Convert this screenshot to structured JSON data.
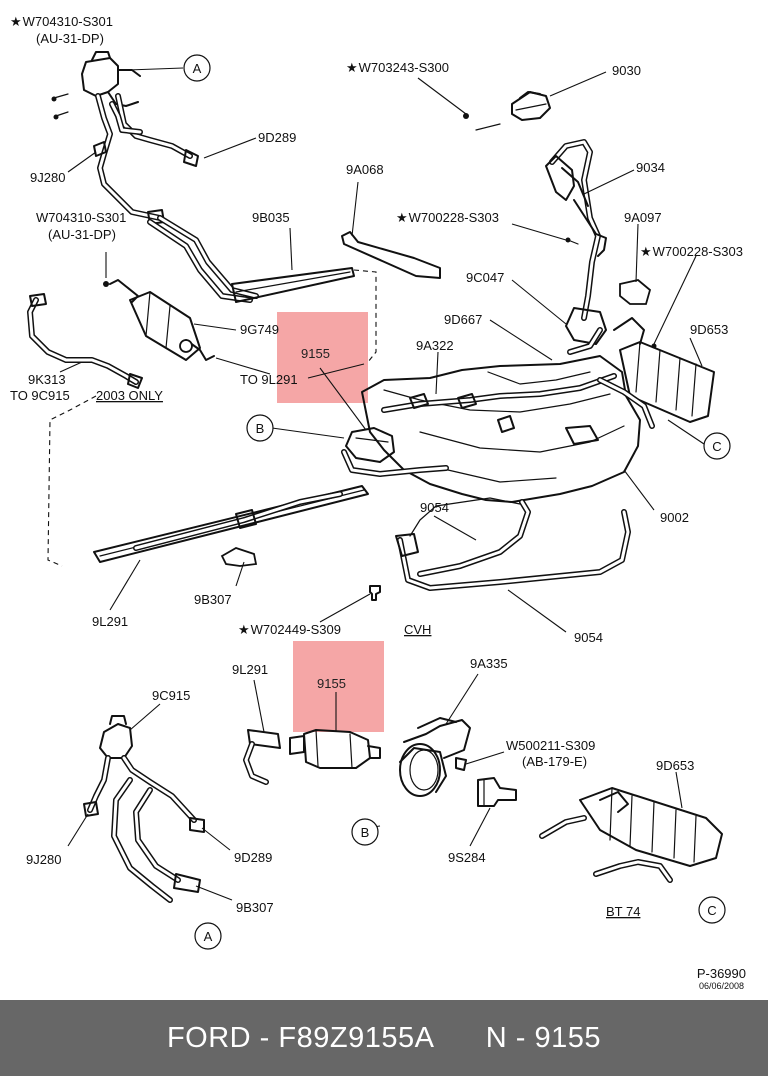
{
  "callouts": {
    "A": "A",
    "B": "B",
    "C": "C"
  },
  "labels": {
    "w704310_top": "W704310-S301",
    "au31_top": "(AU-31-DP)",
    "d289_top": "9D289",
    "j280_top": "9J280",
    "w704310_mid": "W704310-S301",
    "au31_mid": "(AU-31-DP)",
    "b035": "9B035",
    "g749": "9G749",
    "k313": "9K313",
    "to_9c915": "TO 9C915",
    "only_2003": "2003 ONLY",
    "to_9l291": "TO 9L291",
    "w703243": "W703243-S300",
    "p9030": "9030",
    "a068": "9A068",
    "p9034": "9034",
    "w700228_a": "W700228-S303",
    "a097": "9A097",
    "w700228_b": "W700228-S303",
    "c047": "9C047",
    "d667": "9D667",
    "a322": "9A322",
    "d653_top": "9D653",
    "p9155_top": "9155",
    "p9002": "9002",
    "p9054_a": "9054",
    "p9054_b": "9054",
    "b307_mid": "9B307",
    "l291_mid": "9L291",
    "w702449": "W702449-S309",
    "cvh": "CVH",
    "l291_bot": "9L291",
    "p9155_bot": "9155",
    "a335": "9A335",
    "c915": "9C915",
    "w500211": "W500211-S309",
    "ab179": "(AB-179-E)",
    "d653_bot": "9D653",
    "j280_bot": "9J280",
    "d289_bot": "9D289",
    "b307_bot": "9B307",
    "s284": "9S284",
    "bt74": "BT 74",
    "ref": "P-36990",
    "date": "06/06/2008",
    "star": "★"
  },
  "footer": {
    "brand": "FORD - F89Z9155A",
    "part": "N - 9155"
  },
  "colors": {
    "highlight": "#f5a6a6",
    "footer_bg": "#676767",
    "line": "#111111"
  }
}
